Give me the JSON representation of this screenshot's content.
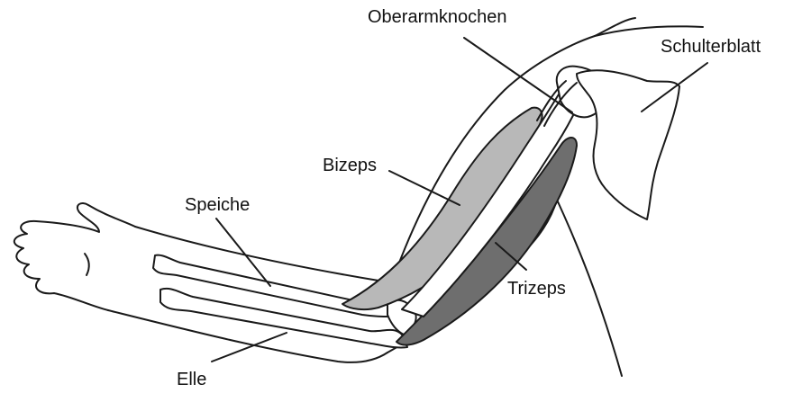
{
  "labels": {
    "oberarmknochen": "Oberarmknochen",
    "schulterblatt": "Schulterblatt",
    "bizeps": "Bizeps",
    "speiche": "Speiche",
    "trizeps": "Trizeps",
    "elle": "Elle"
  },
  "colors": {
    "outline": "#1a1a1a",
    "bizeps": "#b8b8b8",
    "trizeps": "#6e6e6e",
    "bone": "#ffffff"
  }
}
